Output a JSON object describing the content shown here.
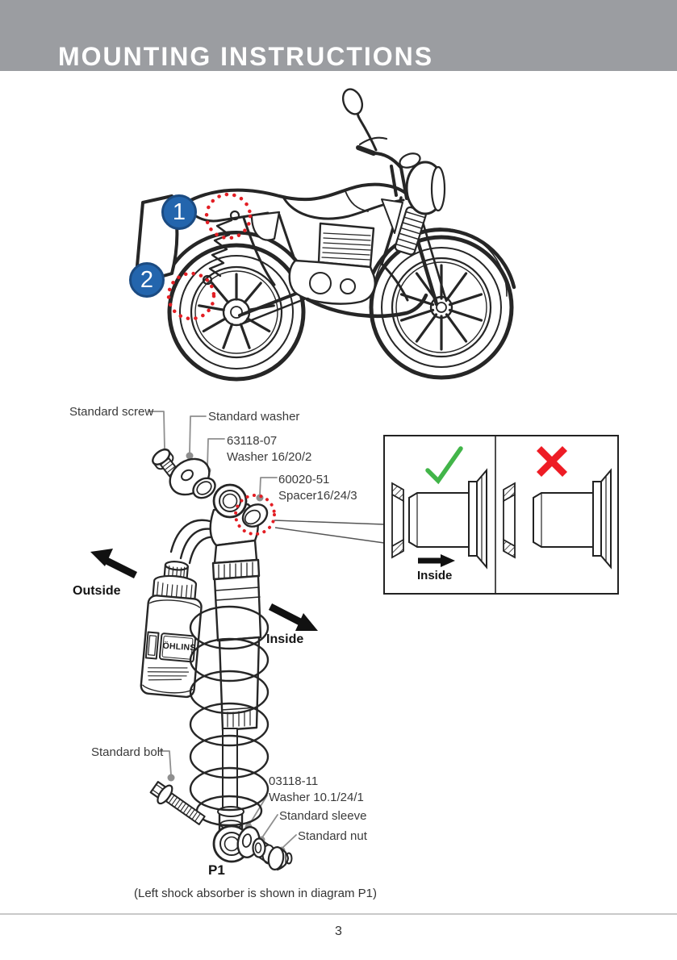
{
  "header": {
    "title": "MOUNTING INSTRUCTIONS"
  },
  "overview": {
    "callout_1": "1",
    "callout_2": "2"
  },
  "diagram": {
    "brand": "ÖHLINS",
    "labels": {
      "standard_screw": "Standard screw",
      "standard_washer": "Standard washer",
      "washer_16_part": "63118-07",
      "washer_16_name": "Washer 16/20/2",
      "spacer_part": "60020-51",
      "spacer_name": "Spacer16/24/3",
      "outside": "Outside",
      "inside": "Inside",
      "standard_bolt": "Standard bolt",
      "washer_10_part": "03118-11",
      "washer_10_name": "Washer 10.1/24/1",
      "standard_sleeve": "Standard sleeve",
      "standard_nut": "Standard nut",
      "diagram_ref": "P1"
    },
    "inset": {
      "inside": "Inside"
    }
  },
  "caption": "(Left shock absorber is shown in diagram P1)",
  "footer": {
    "page_number": "3"
  },
  "colors": {
    "header_band": "#9b9da1",
    "callout_blue": "#2365ad",
    "marker_red": "#e31e24",
    "check_green": "#42b549",
    "cross_red": "#ee1c25",
    "leader_gray": "#8f8f8f"
  }
}
